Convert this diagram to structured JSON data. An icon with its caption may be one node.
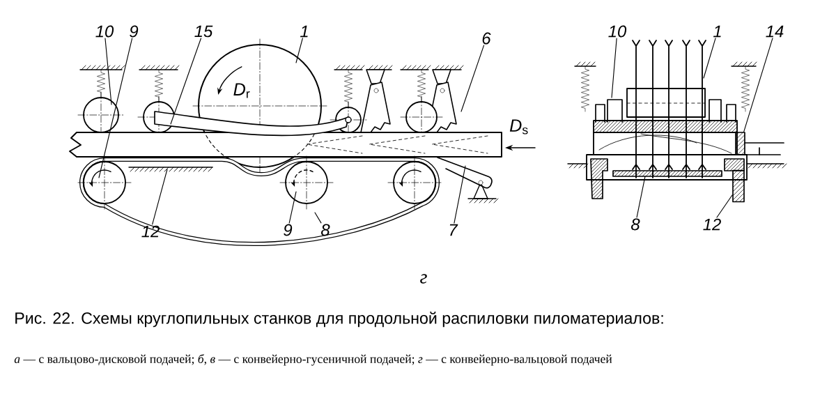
{
  "diagram": {
    "caption": "Рис. 22. Схемы круглопильных станков для продольной распиловки пиломатериалов:",
    "nodes": [
      {
        "text": [
          "10"
        ]
      },
      {
        "text": [
          "9"
        ]
      },
      {
        "text": [
          "15"
        ]
      },
      {
        "text": [
          "1"
        ]
      },
      {
        "text": [
          "6"
        ]
      },
      {
        "text": [
          "10"
        ]
      },
      {
        "text": [
          "1"
        ]
      },
      {
        "text": [
          "14"
        ]
      },
      {
        "text": [
          "12"
        ]
      },
      {
        "text": [
          "9"
        ]
      },
      {
        "text": [
          "8"
        ]
      },
      {
        "text": [
          "7"
        ]
      },
      {
        "text": [
          "8"
        ]
      },
      {
        "text": [
          "12"
        ]
      },
      {
        "text": [],
        "shape": "box"
      },
      {
        "text": [],
        "shape": "box"
      }
    ],
    "edges": [
      {
        "from": 0,
        "to": null,
        "arrow": "none"
      },
      {
        "from": 1,
        "to": null,
        "arrow": "none"
      },
      {
        "from": 2,
        "to": null,
        "arrow": "none"
      },
      {
        "from": 3,
        "to": null,
        "arrow": "none"
      },
      {
        "from": 4,
        "to": null,
        "arrow": "none"
      },
      {
        "from": 5,
        "to": null,
        "arrow": "none"
      },
      {
        "from": 6,
        "to": null,
        "arrow": "none"
      },
      {
        "from": 7,
        "to": 14,
        "arrow": "none"
      },
      {
        "from": 8,
        "to": null,
        "arrow": "none"
      },
      {
        "from": 9,
        "to": null,
        "arrow": "none"
      },
      {
        "from": 10,
        "to": null,
        "arrow": "none"
      },
      {
        "from": 11,
        "to": null,
        "arrow": "none"
      },
      {
        "from": 12,
        "to": null,
        "arrow": "none"
      },
      {
        "from": 13,
        "to": 15,
        "arrow": "none"
      }
    ],
    "labels": [
      "*D*$_{r}$",
      "*D*$_{s}$",
      "г",
      "*а* — с вальцово-дисковой подачей; *б*, *в* — с конвейерно-гусеничной подачей; *г* — с конвейерно-вальцовой подачей"
    ]
  }
}
